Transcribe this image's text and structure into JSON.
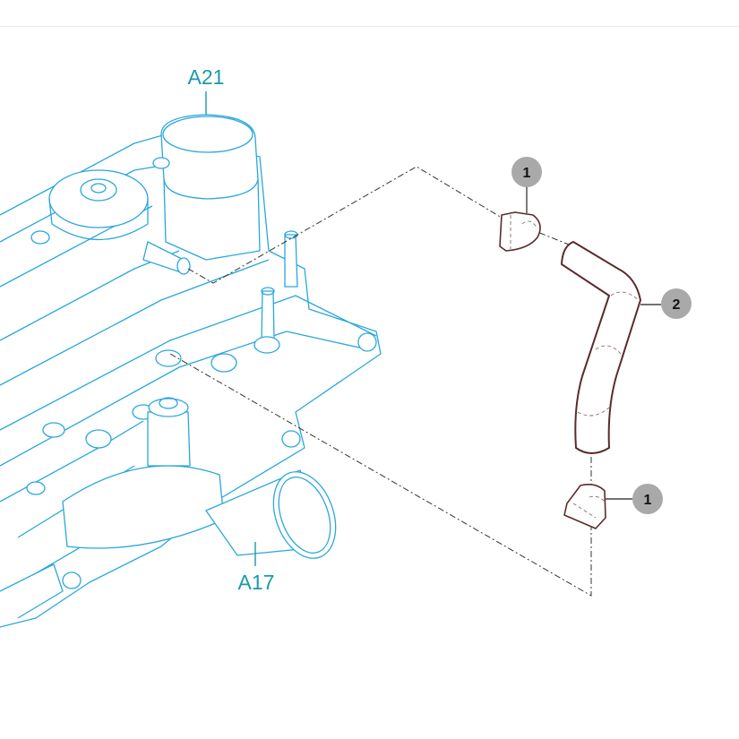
{
  "diagram": {
    "assemblies": [
      {
        "label": "A21"
      },
      {
        "label": "A17"
      }
    ],
    "callouts": [
      {
        "number": "1",
        "part": "clamp-upper"
      },
      {
        "number": "2",
        "part": "hose"
      },
      {
        "number": "1",
        "part": "clamp-lower"
      }
    ],
    "colors": {
      "engine_lines": "#2aa7dc",
      "assembly_label": "#1a9aaa",
      "part_lines": "#5a2b2b",
      "callout_fill": "#a9a9a9"
    }
  }
}
